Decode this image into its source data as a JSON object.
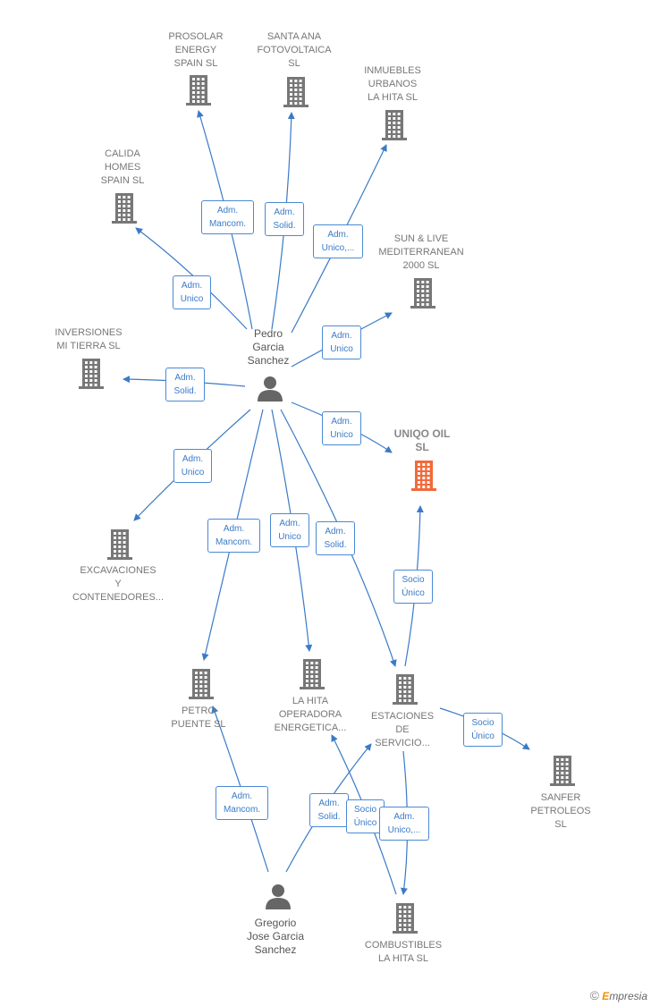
{
  "companies": [
    {
      "id": "prosolar",
      "label": "PROSOLAR\nENERGY\nSPAIN  SL"
    },
    {
      "id": "santaana",
      "label": "SANTA ANA\nFOTOVOLTAICA\nSL"
    },
    {
      "id": "inmuebles",
      "label": "INMUEBLES\nURBANOS\nLA HITA  SL"
    },
    {
      "id": "calida",
      "label": "CALIDA\nHOMES\nSPAIN  SL"
    },
    {
      "id": "sunlive",
      "label": "SUN & LIVE\nMEDITERRANEAN\n2000  SL"
    },
    {
      "id": "inversiones",
      "label": "INVERSIONES\nMI TIERRA  SL"
    },
    {
      "id": "uniqo",
      "label": "UNIQO OIL\nSL",
      "focus": true
    },
    {
      "id": "excavaciones",
      "label": "EXCAVACIONES\nY\nCONTENEDORES..."
    },
    {
      "id": "petro",
      "label": "PETRO\nPUENTE  SL"
    },
    {
      "id": "lahita",
      "label": "LA HITA\nOPERADORA\nENERGETICA..."
    },
    {
      "id": "estaciones",
      "label": "ESTACIONES\nDE\nSERVICIO..."
    },
    {
      "id": "sanfer",
      "label": "SANFER\nPETROLEOS\nSL"
    },
    {
      "id": "combustibles",
      "label": "COMBUSTIBLES\nLA HITA SL"
    }
  ],
  "people": [
    {
      "id": "pedro",
      "label": "Pedro\nGarcia\nSanchez"
    },
    {
      "id": "gregorio",
      "label": "Gregorio\nJose Garcia\nSanchez"
    }
  ],
  "roles": [
    {
      "id": "r1",
      "label": "Adm.\nMancom."
    },
    {
      "id": "r2",
      "label": "Adm.\nSolid."
    },
    {
      "id": "r3",
      "label": "Adm.\nUnico,..."
    },
    {
      "id": "r4",
      "label": "Adm.\nUnico"
    },
    {
      "id": "r5",
      "label": "Adm.\nUnico"
    },
    {
      "id": "r6",
      "label": "Adm.\nSolid."
    },
    {
      "id": "r7",
      "label": "Adm.\nUnico"
    },
    {
      "id": "r8",
      "label": "Adm.\nUnico"
    },
    {
      "id": "r9",
      "label": "Adm.\nMancom."
    },
    {
      "id": "r10",
      "label": "Adm.\nUnico"
    },
    {
      "id": "r11",
      "label": "Adm.\nSolid."
    },
    {
      "id": "r12",
      "label": "Socio\nÚnico"
    },
    {
      "id": "r13",
      "label": "Socio\nÚnico"
    },
    {
      "id": "r14",
      "label": "Adm.\nMancom."
    },
    {
      "id": "r15",
      "label": "Adm.\nSolid."
    },
    {
      "id": "r16",
      "label": "Socio\nÚnico"
    },
    {
      "id": "r17",
      "label": "Adm.\nUnico,..."
    }
  ],
  "colors": {
    "edge": "#3a7ac8",
    "building": "#777777",
    "focus_building": "#f26a3a",
    "person": "#666666"
  },
  "brand": {
    "symbol": "©",
    "initial": "E",
    "rest": "mpresia"
  }
}
